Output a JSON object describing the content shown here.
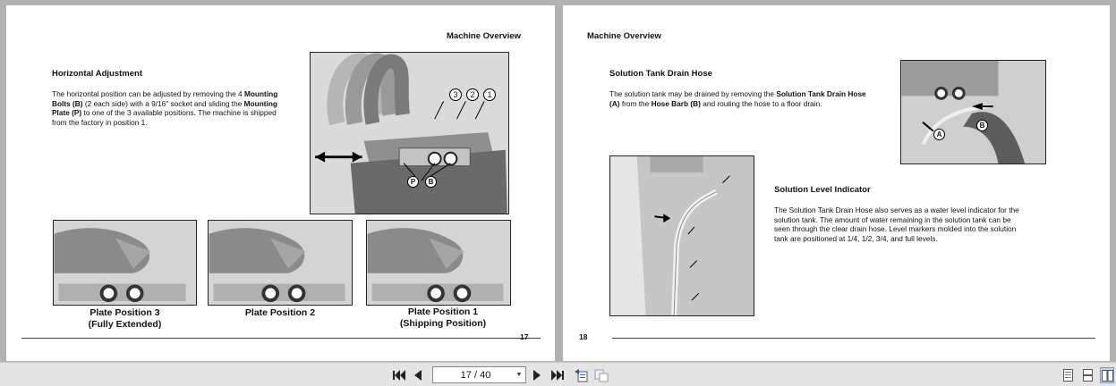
{
  "left_page": {
    "running_head": "Machine Overview",
    "section_title": "Horizontal Adjustment",
    "paragraph": [
      {
        "t": "The horizontal position can be adjusted by removing the 4 ",
        "b": false
      },
      {
        "t": "Mounting Bolts (B)",
        "b": true
      },
      {
        "t": " (2 each side) with a 9/16\" socket and sliding the ",
        "b": false
      },
      {
        "t": "Mounting Plate (P)",
        "b": true
      },
      {
        "t": " to one of the 3 available positions.  The machine is shipped from the factory in position 1.",
        "b": false
      }
    ],
    "figure_callouts": [
      "3",
      "2",
      "1",
      "P",
      "B"
    ],
    "captions": {
      "plate3_line1": "Plate Position 3",
      "plate3_line2": "(Fully Extended)",
      "plate2_line1": "Plate Position 2",
      "plate1_line1": "Plate Position 1",
      "plate1_line2": "(Shipping Position)"
    },
    "page_number": "17"
  },
  "right_page": {
    "running_head": "Machine Overview",
    "section1_title": "Solution Tank Drain Hose",
    "section1_paragraph": [
      {
        "t": "The solution tank may be drained by removing the ",
        "b": false
      },
      {
        "t": "Solution Tank Drain Hose (A)",
        "b": true
      },
      {
        "t": " from the ",
        "b": false
      },
      {
        "t": "Hose Barb (B)",
        "b": true
      },
      {
        "t": " and routing the hose to a floor drain.",
        "b": false
      }
    ],
    "figure_callouts": [
      "A",
      "B"
    ],
    "section2_title": "Solution Level Indicator",
    "section2_paragraph": "The Solution Tank Drain Hose also serves as a water level indicator for the solution tank.  The amount of water remaining in the solution tank can be seen through the clear drain hose.  Level markers molded into the solution tank are positioned  at 1/4, 1/2, 3/4, and full levels.",
    "page_number": "18"
  },
  "toolbar": {
    "page_indicator": "17 / 40",
    "icons": [
      "first-page-icon",
      "previous-page-icon",
      "next-page-icon",
      "last-page-icon",
      "go-back-icon",
      "go-forward-icon",
      "single-page-view-icon",
      "continuous-view-icon",
      "two-page-view-icon"
    ],
    "active_view": "two-page-view"
  }
}
